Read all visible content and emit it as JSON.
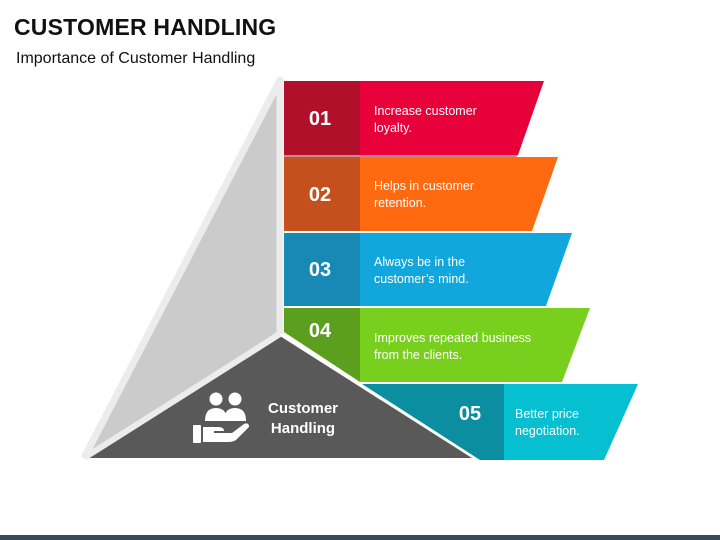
{
  "title": "CUSTOMER HANDLING",
  "subtitle": "Importance of Customer Handling",
  "center": {
    "label_line1": "Customer",
    "label_line2": "Handling",
    "icon": "customer-service-hand-icon"
  },
  "steps": [
    {
      "number": "01",
      "line1": "Increase customer",
      "line2": "loyalty.",
      "color": "#e8003a",
      "dark": "#b0102a"
    },
    {
      "number": "02",
      "line1": "Helps in customer",
      "line2": "retention.",
      "color": "#ff6a10",
      "dark": "#c4501e"
    },
    {
      "number": "03",
      "line1": "Always be in the",
      "line2": "customer’s mind.",
      "color": "#12a7dc",
      "dark": "#1888b4"
    },
    {
      "number": "04",
      "line1": "Improves repeated business",
      "line2": "from the clients.",
      "color": "#79cf1e",
      "dark": "#5c9e1e"
    },
    {
      "number": "05",
      "line1": "Better price",
      "line2": "negotiation.",
      "color": "#06bfd0",
      "dark": "#0b8fa0"
    }
  ],
  "colors": {
    "left_face": "#cbcbcb",
    "bottom_face": "#595959",
    "edge": "#ececec"
  }
}
